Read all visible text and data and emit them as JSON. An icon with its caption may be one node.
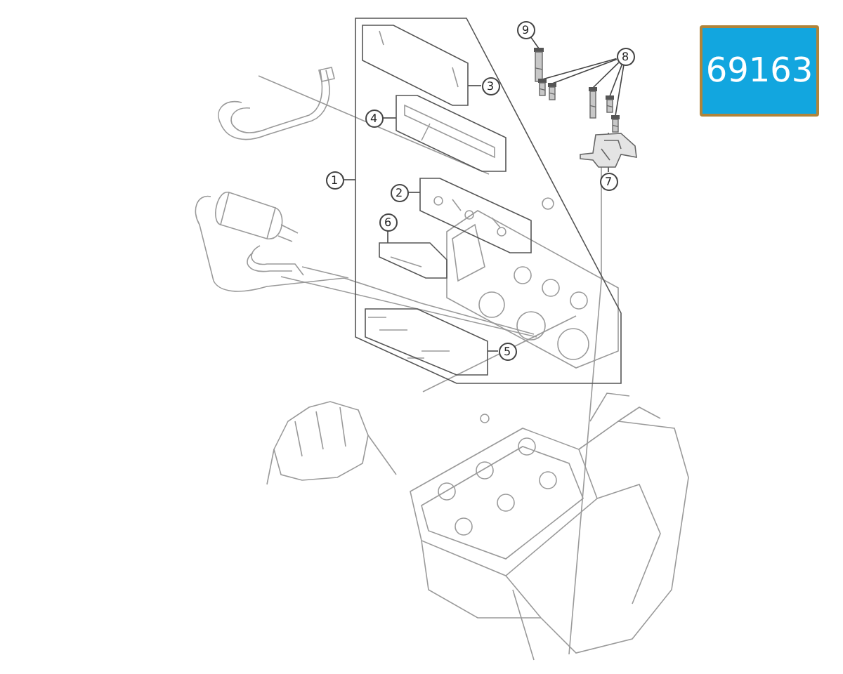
{
  "diagram": {
    "nodes": [
      {
        "text": [
          "9"
        ]
      },
      {
        "text": [
          "8"
        ]
      },
      {
        "text": [],
        "shape": "box"
      },
      {
        "text": [
          "3"
        ],
        "in": 2
      },
      {
        "text": [],
        "shape": "box",
        "in": 2
      },
      {
        "text": [
          "4"
        ],
        "in": 2
      },
      {
        "text": [],
        "shape": "box",
        "in": 2
      },
      {
        "text": [
          "1"
        ]
      },
      {
        "text": [
          "2"
        ],
        "in": 2
      },
      {
        "text": [],
        "shape": "box",
        "in": 2
      },
      {
        "text": [
          "6"
        ],
        "in": 2
      },
      {
        "text": [],
        "shape": "box",
        "in": 2
      },
      {
        "text": [
          "7"
        ]
      },
      {
        "text": [
          "5"
        ],
        "in": 2
      },
      {
        "text": [],
        "shape": "box",
        "in": 2
      },
      {
        "text": [],
        "shape": "picture"
      },
      {
        "text": [],
        "shape": "picture"
      },
      {
        "text": [],
        "shape": "picture"
      },
      {
        "text": [],
        "shape": "picture"
      },
      {
        "text": [],
        "shape": "picture"
      },
      {
        "text": [],
        "shape": "picture"
      },
      {
        "text": [],
        "shape": "picture"
      }
    ],
    "edges": [
      {
        "from": 0,
        "to": 15,
        "arrow": "none"
      },
      {
        "from": 1,
        "to": 16,
        "arrow": "none"
      },
      {
        "from": 1,
        "to": 17,
        "arrow": "none"
      },
      {
        "from": 1,
        "to": 18,
        "arrow": "none"
      },
      {
        "from": 1,
        "to": 19,
        "arrow": "none"
      },
      {
        "from": 1,
        "to": 20,
        "arrow": "none"
      },
      {
        "from": 3,
        "to": 4,
        "arrow": "none"
      },
      {
        "from": 5,
        "to": 6,
        "arrow": "none"
      },
      {
        "from": 7,
        "to": 2,
        "arrow": "none"
      },
      {
        "from": 8,
        "to": 9,
        "arrow": "none"
      },
      {
        "from": 10,
        "to": 11,
        "arrow": "none"
      },
      {
        "from": 12,
        "to": 21,
        "arrow": "none"
      },
      {
        "from": 13,
        "to": 14,
        "arrow": "none"
      }
    ],
    "labels": [
      "69163"
    ]
  }
}
